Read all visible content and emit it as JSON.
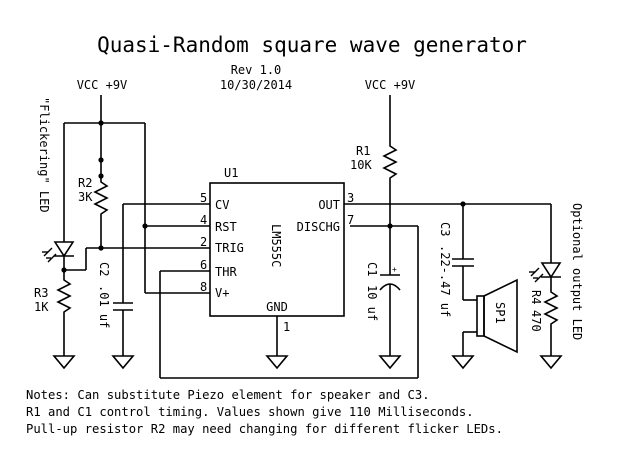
{
  "title": "Quasi-Random square wave generator",
  "revision": "Rev 1.0",
  "date": "10/30/2014",
  "power": {
    "vcc_left": "VCC +9V",
    "vcc_right": "VCC +9V"
  },
  "ic": {
    "ref": "U1",
    "part": "LM555C",
    "pins": [
      {
        "num": "5",
        "name": "CV"
      },
      {
        "num": "4",
        "name": "RST"
      },
      {
        "num": "2",
        "name": "TRIG"
      },
      {
        "num": "6",
        "name": "THR"
      },
      {
        "num": "8",
        "name": "V+"
      },
      {
        "num": "3",
        "name": "OUT"
      },
      {
        "num": "7",
        "name": "DISCHG"
      },
      {
        "num": "1",
        "name": "GND"
      }
    ]
  },
  "components": {
    "r1": {
      "ref": "R1",
      "value": "10K"
    },
    "r2": {
      "ref": "R2",
      "value": "3K"
    },
    "r3": {
      "ref": "R3",
      "value": "1K"
    },
    "r4": {
      "ref": "R4",
      "value": "470"
    },
    "c1": {
      "ref": "C1",
      "value": "10 uf"
    },
    "c2": {
      "ref": "C2",
      "value": ".01 uf"
    },
    "c3": {
      "ref": "C3",
      "value": ".22-.47 uf"
    },
    "sp1": {
      "ref": "SP1"
    }
  },
  "labels": {
    "flicker_led": "\"Flickering\" LED",
    "output_led": "Optional output LED"
  },
  "notes": [
    "Notes: Can substitute Piezo element for speaker and C3.",
    "R1 and C1 control timing. Values shown give 110 Milliseconds.",
    "Pull-up resistor R2 may need changing for different flicker LEDs."
  ]
}
